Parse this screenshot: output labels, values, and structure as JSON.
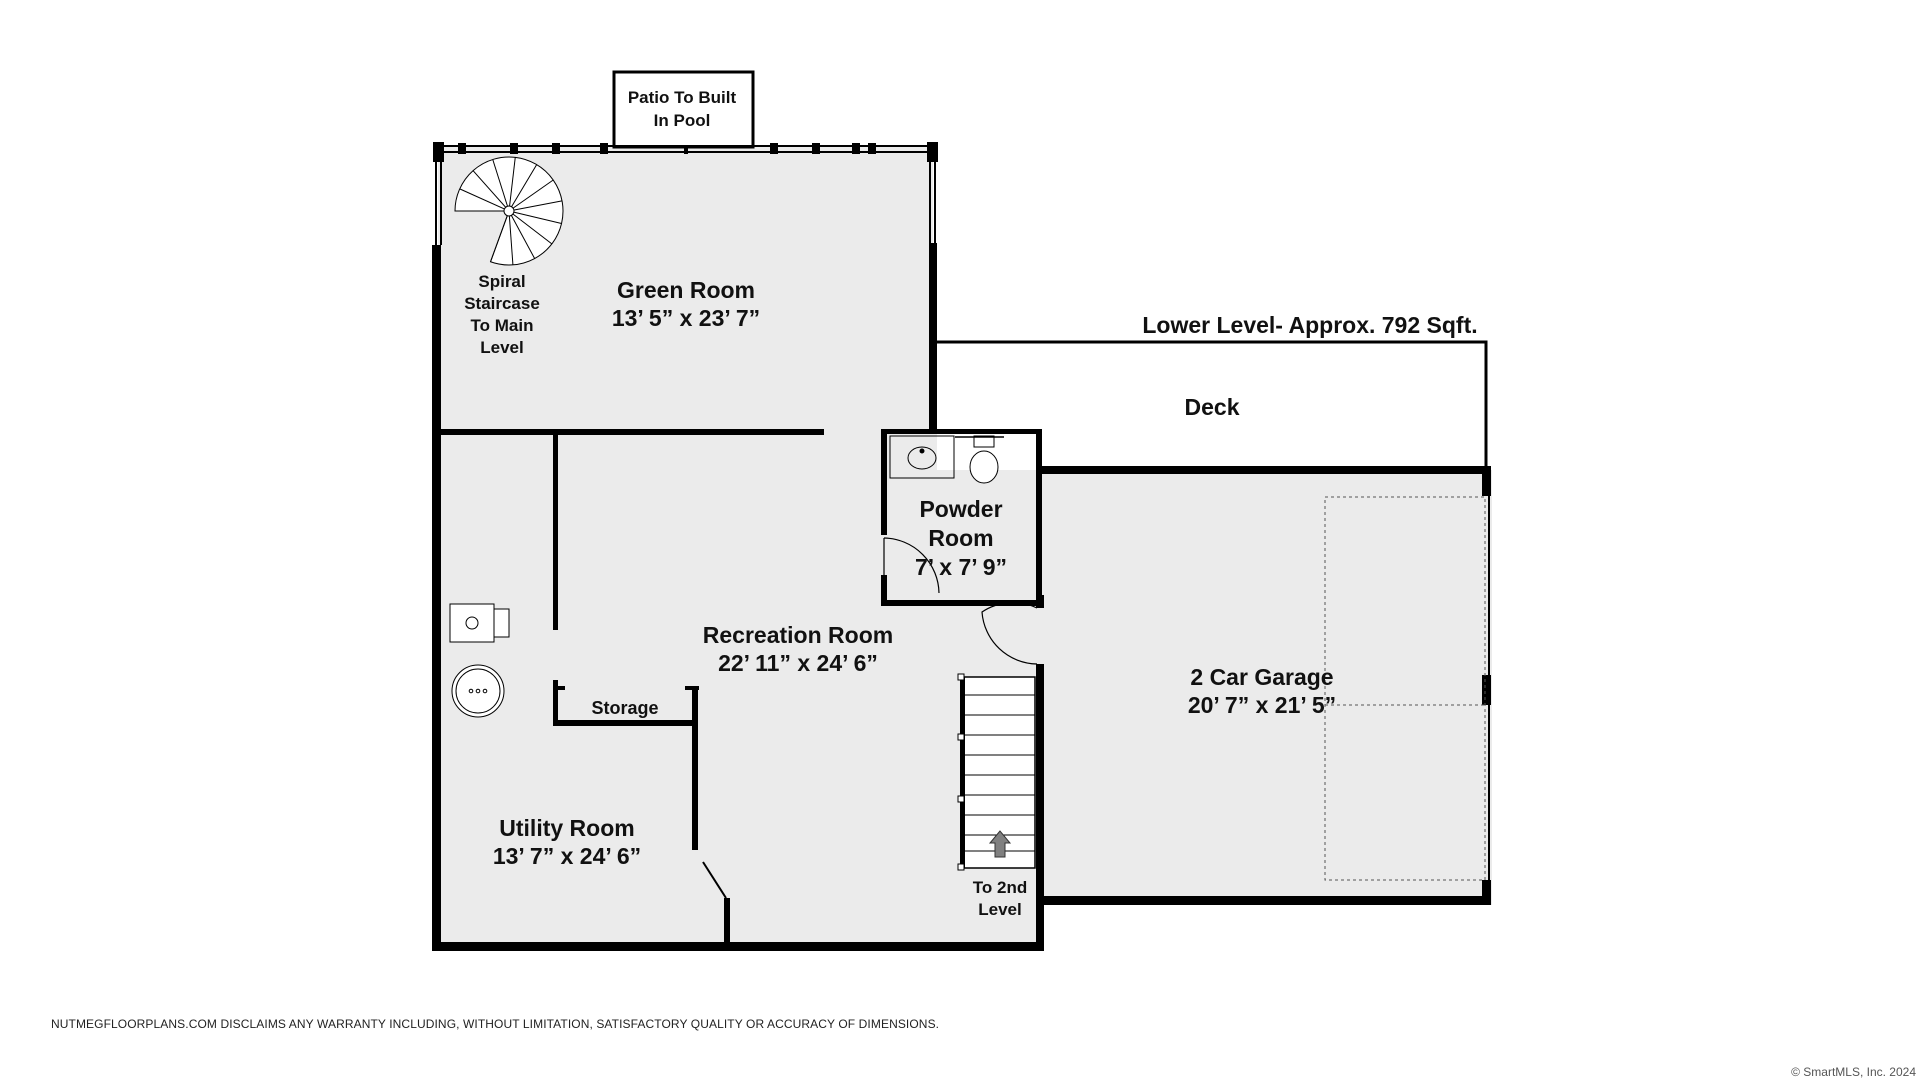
{
  "level_title": "Lower Level- Approx. 792 Sqft.",
  "rooms": {
    "green_room": {
      "name": "Green Room",
      "dims": "13’ 5” x 23’ 7”"
    },
    "deck": {
      "name": "Deck"
    },
    "powder_room": {
      "name_line1": "Powder",
      "name_line2": "Room",
      "dims": "7’ x 7’ 9”"
    },
    "recreation_room": {
      "name": "Recreation Room",
      "dims": "22’ 11” x 24’ 6”"
    },
    "garage": {
      "name": "2 Car Garage",
      "dims": "20’ 7” x 21’ 5”"
    },
    "utility_room": {
      "name": "Utility Room",
      "dims": "13’ 7” x 24’ 6”"
    },
    "storage": {
      "name": "Storage"
    }
  },
  "annotations": {
    "patio_line1": "Patio To Built",
    "patio_line2": "In Pool",
    "spiral_lines": [
      "Spiral",
      "Staircase",
      "To Main",
      "Level"
    ],
    "stairs_line1": "To 2nd",
    "stairs_line2": "Level"
  },
  "footer": {
    "disclaimer": "NUTMEGFLOORPLANS.COM DISCLAIMS ANY WARRANTY INCLUDING, WITHOUT LIMITATION, SATISFACTORY QUALITY OR ACCURACY OF DIMENSIONS.",
    "copyright": "© SmartMLS, Inc.  2024"
  },
  "colors": {
    "wall": "#000000",
    "floor": "#ebebeb",
    "deck": "#ffffff"
  }
}
